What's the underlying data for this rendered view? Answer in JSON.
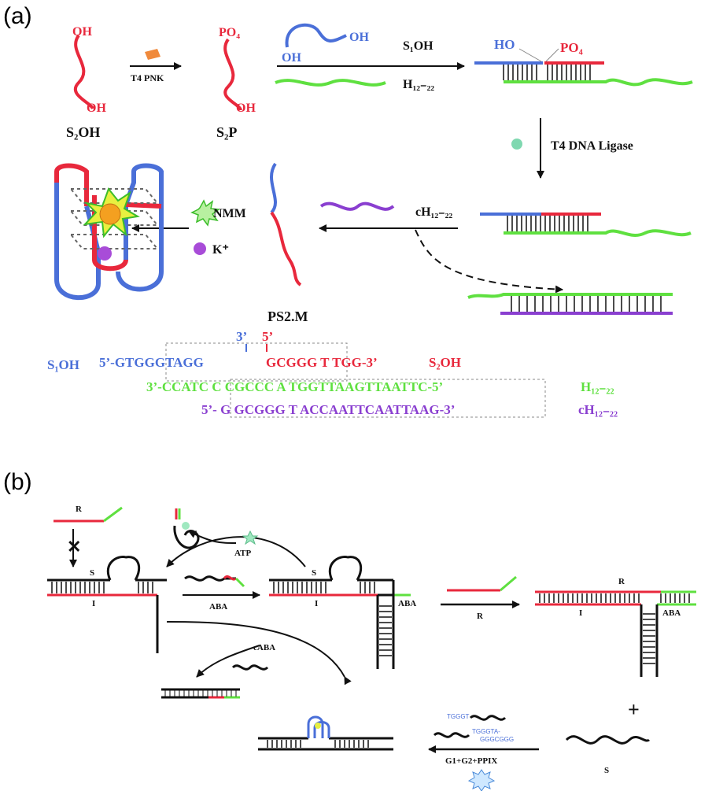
{
  "panels": {
    "a": "(a)",
    "b": "(b)"
  },
  "colors": {
    "red": "#e8283c",
    "blue": "#4a6fd8",
    "green": "#5fe040",
    "purple": "#8a3fd0",
    "black": "#111111",
    "gray": "#888888",
    "orange": "#f4a020",
    "yellow": "#f0f040"
  },
  "panel_a": {
    "oh_top": "OH",
    "oh_bottom": "OH",
    "s2oh": "S₂OH",
    "pnk": "T4 PNK",
    "po4": "PO₄",
    "oh_s2p": "OH",
    "s2p": "S₂P",
    "s1_oh_left": "OH",
    "s1_oh_right": "OH",
    "s1oh_label": "S₁OH",
    "h1222_label": "H₁₂₋₂₂",
    "ho": "HO",
    "po4_dup": "PO₄",
    "ligase": "T4 DNA Ligase",
    "ch1222": "cH₁₂₋₂₂",
    "nmm": "NMM",
    "kplus": "K⁺",
    "ps2m": "PS2.M",
    "seq_3prime": "3’",
    "seq_5prime": "5’",
    "s1oh_seq_label": "S₁OH",
    "s1_seq": "5’-GTGGGTAGG",
    "s2_seq": "GCGGG T TGG-3’",
    "s2oh_seq_label": "S₂OH",
    "h_seq": "3’-CCATC C CGCCC A TGGTTAAGTTAATTC-5’",
    "h_seq_label": "H₁₂₋₂₂",
    "ch_seq": "5’- G GCGGG T ACCAATTCAATTAAG-3’",
    "ch_seq_label": "cH₁₂₋₂₂"
  },
  "panel_b": {
    "r_top": "R",
    "s_left": "S",
    "i_left": "I",
    "atp": "ATP",
    "aba": "ABA",
    "s_mid": "S",
    "i_mid": "I",
    "aba_mid": "ABA",
    "r_arrow": "R",
    "r_right": "R",
    "i_right": "I",
    "aba_right": "ABA",
    "caba": "cABA",
    "plus": "+",
    "s_bottom": "S",
    "tgggt": "TGGGT",
    "tgggta": "TGGGTA-",
    "gggcggg": "GGGCGGG",
    "g1g2": "G1+G2+PPIX"
  }
}
